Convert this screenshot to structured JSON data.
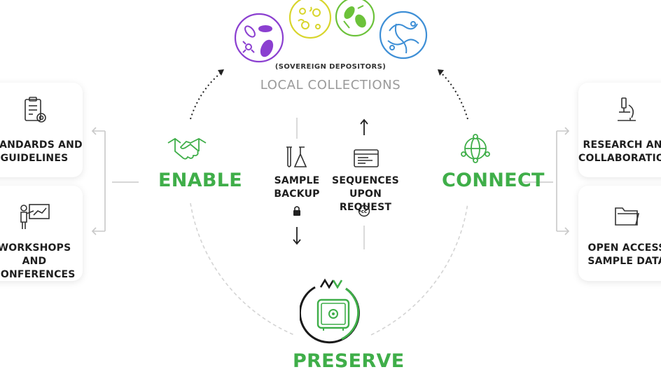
{
  "top": {
    "subtitle": "(SOVEREIGN DEPOSITORS)",
    "title": "LOCAL COLLECTIONS"
  },
  "left": {
    "heading": "ENABLE",
    "cards": [
      {
        "label": "STANDARDS AND\nGUIDELINES",
        "icon": "certificate-checklist-icon"
      },
      {
        "label": "WORKSHOPS\nAND CONFERENCES",
        "icon": "presenter-board-icon"
      }
    ]
  },
  "right": {
    "heading": "CONNECT",
    "cards": [
      {
        "label": "RESEARCH AND\nCOLLABORATIONS",
        "icon": "microscope-icon"
      },
      {
        "label": "OPEN ACCESS\nSAMPLE DATA",
        "icon": "folder-icon"
      }
    ]
  },
  "center": {
    "sample_backup": "SAMPLE\nBACKUP",
    "sequences": "SEQUENCES\nUPON REQUEST"
  },
  "bottom": {
    "heading": "PRESERVE"
  },
  "colors": {
    "green": "#3fae49",
    "purple": "#8b3fd0",
    "yellow": "#d8d52c",
    "lime": "#6cc23a",
    "blue": "#3e8fd6",
    "gray_line": "#b9b9b9"
  }
}
